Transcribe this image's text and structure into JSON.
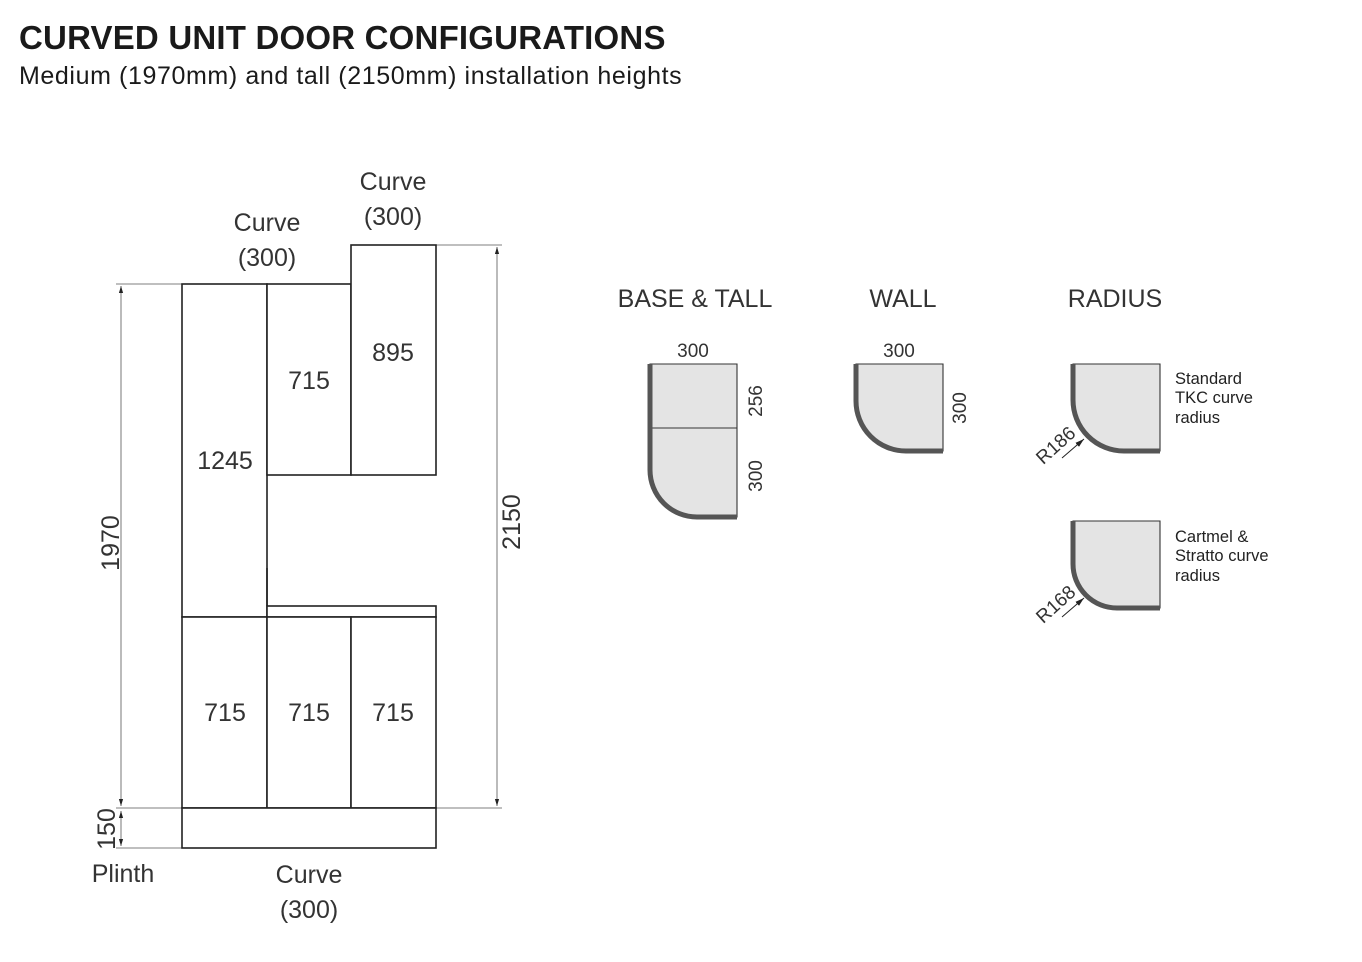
{
  "header": {
    "title": "CURVED UNIT DOOR CONFIGURATIONS",
    "subtitle": "Medium (1970mm) and tall (2150mm) installation heights"
  },
  "elevation": {
    "top_curve_left": [
      "Curve",
      "(300)"
    ],
    "top_curve_right": [
      "Curve",
      "(300)"
    ],
    "door_1245": "1245",
    "door_wall_715": "715",
    "door_wall_895": "895",
    "door_base_left": "715",
    "door_base_mid": "715",
    "door_base_right": "715",
    "dim_1970": "1970",
    "dim_2150": "2150",
    "dim_150": "150",
    "plinth_label": "Plinth",
    "bottom_curve": [
      "Curve",
      "(300)"
    ]
  },
  "sections": {
    "base_tall": {
      "heading": "BASE & TALL",
      "width": "300",
      "upper_height": "256",
      "lower_height": "300"
    },
    "wall": {
      "heading": "WALL",
      "width": "300",
      "height": "300"
    },
    "radius": {
      "heading": "RADIUS",
      "standard_radius": "R186",
      "standard_note": [
        "Standard",
        "TKC curve",
        "radius"
      ],
      "cartmel_radius": "R168",
      "cartmel_note": [
        "Cartmel &",
        "Stratto curve",
        "radius"
      ]
    }
  },
  "colors": {
    "panel_fill": "#e4e4e4",
    "curve_stroke": "#555555",
    "outline": "#222222"
  }
}
